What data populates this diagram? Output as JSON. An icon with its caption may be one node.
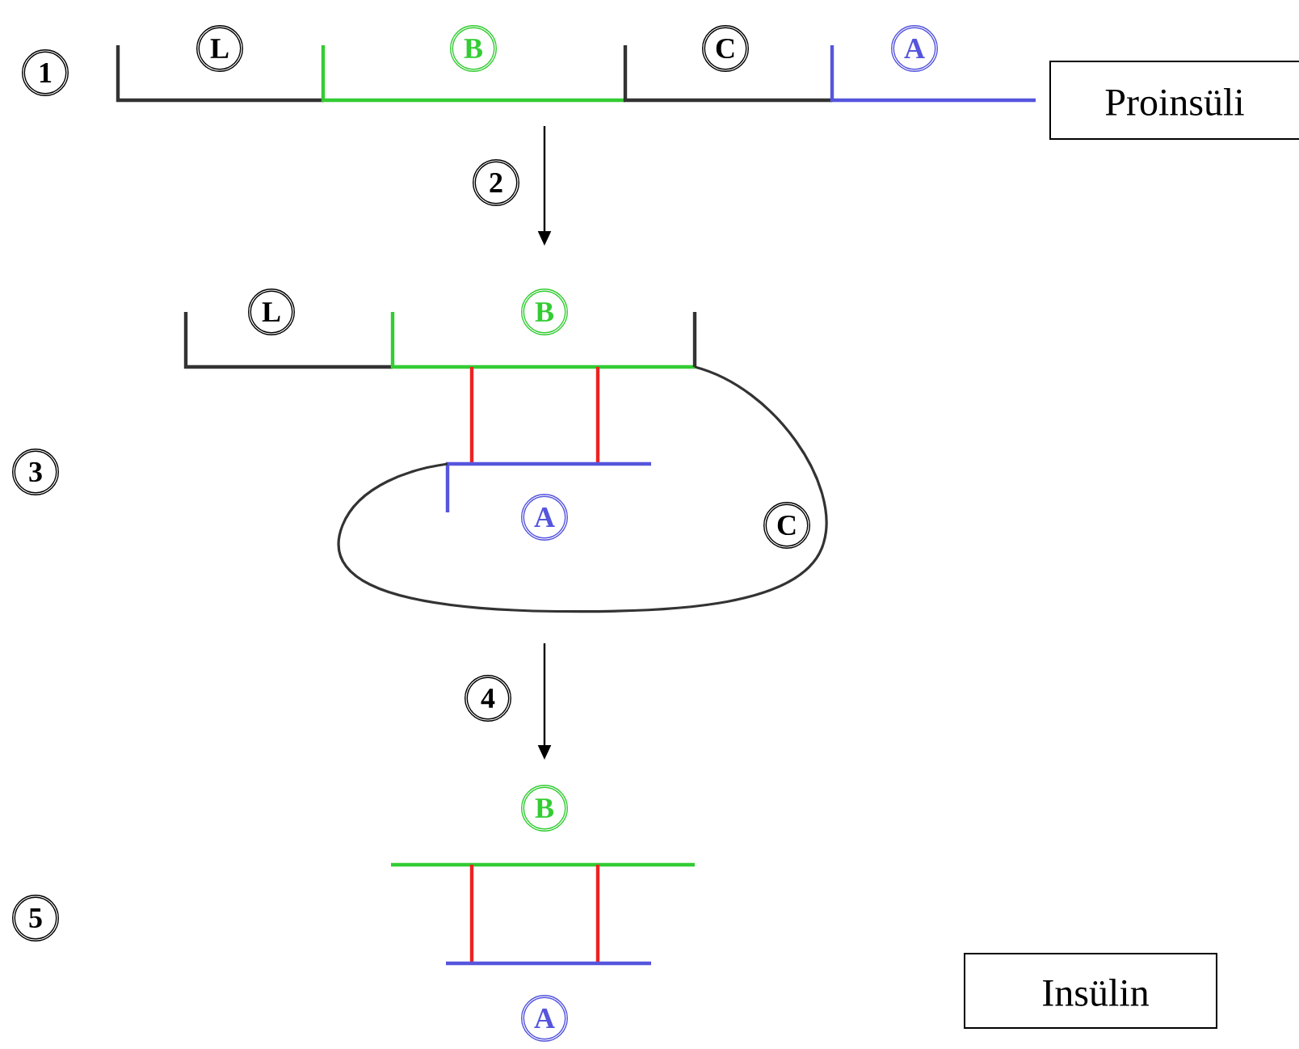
{
  "diagram": {
    "nodes": [
      {
        "text": [
          "Proinsüli"
        ]
      },
      {
        "text": [
          "Insülin"
        ]
      }
    ],
    "labels": [
      "L",
      "B",
      "C",
      "A",
      "1",
      "2",
      "L",
      "B",
      "3",
      "A",
      "C",
      "4",
      "B",
      "5",
      "A"
    ]
  }
}
